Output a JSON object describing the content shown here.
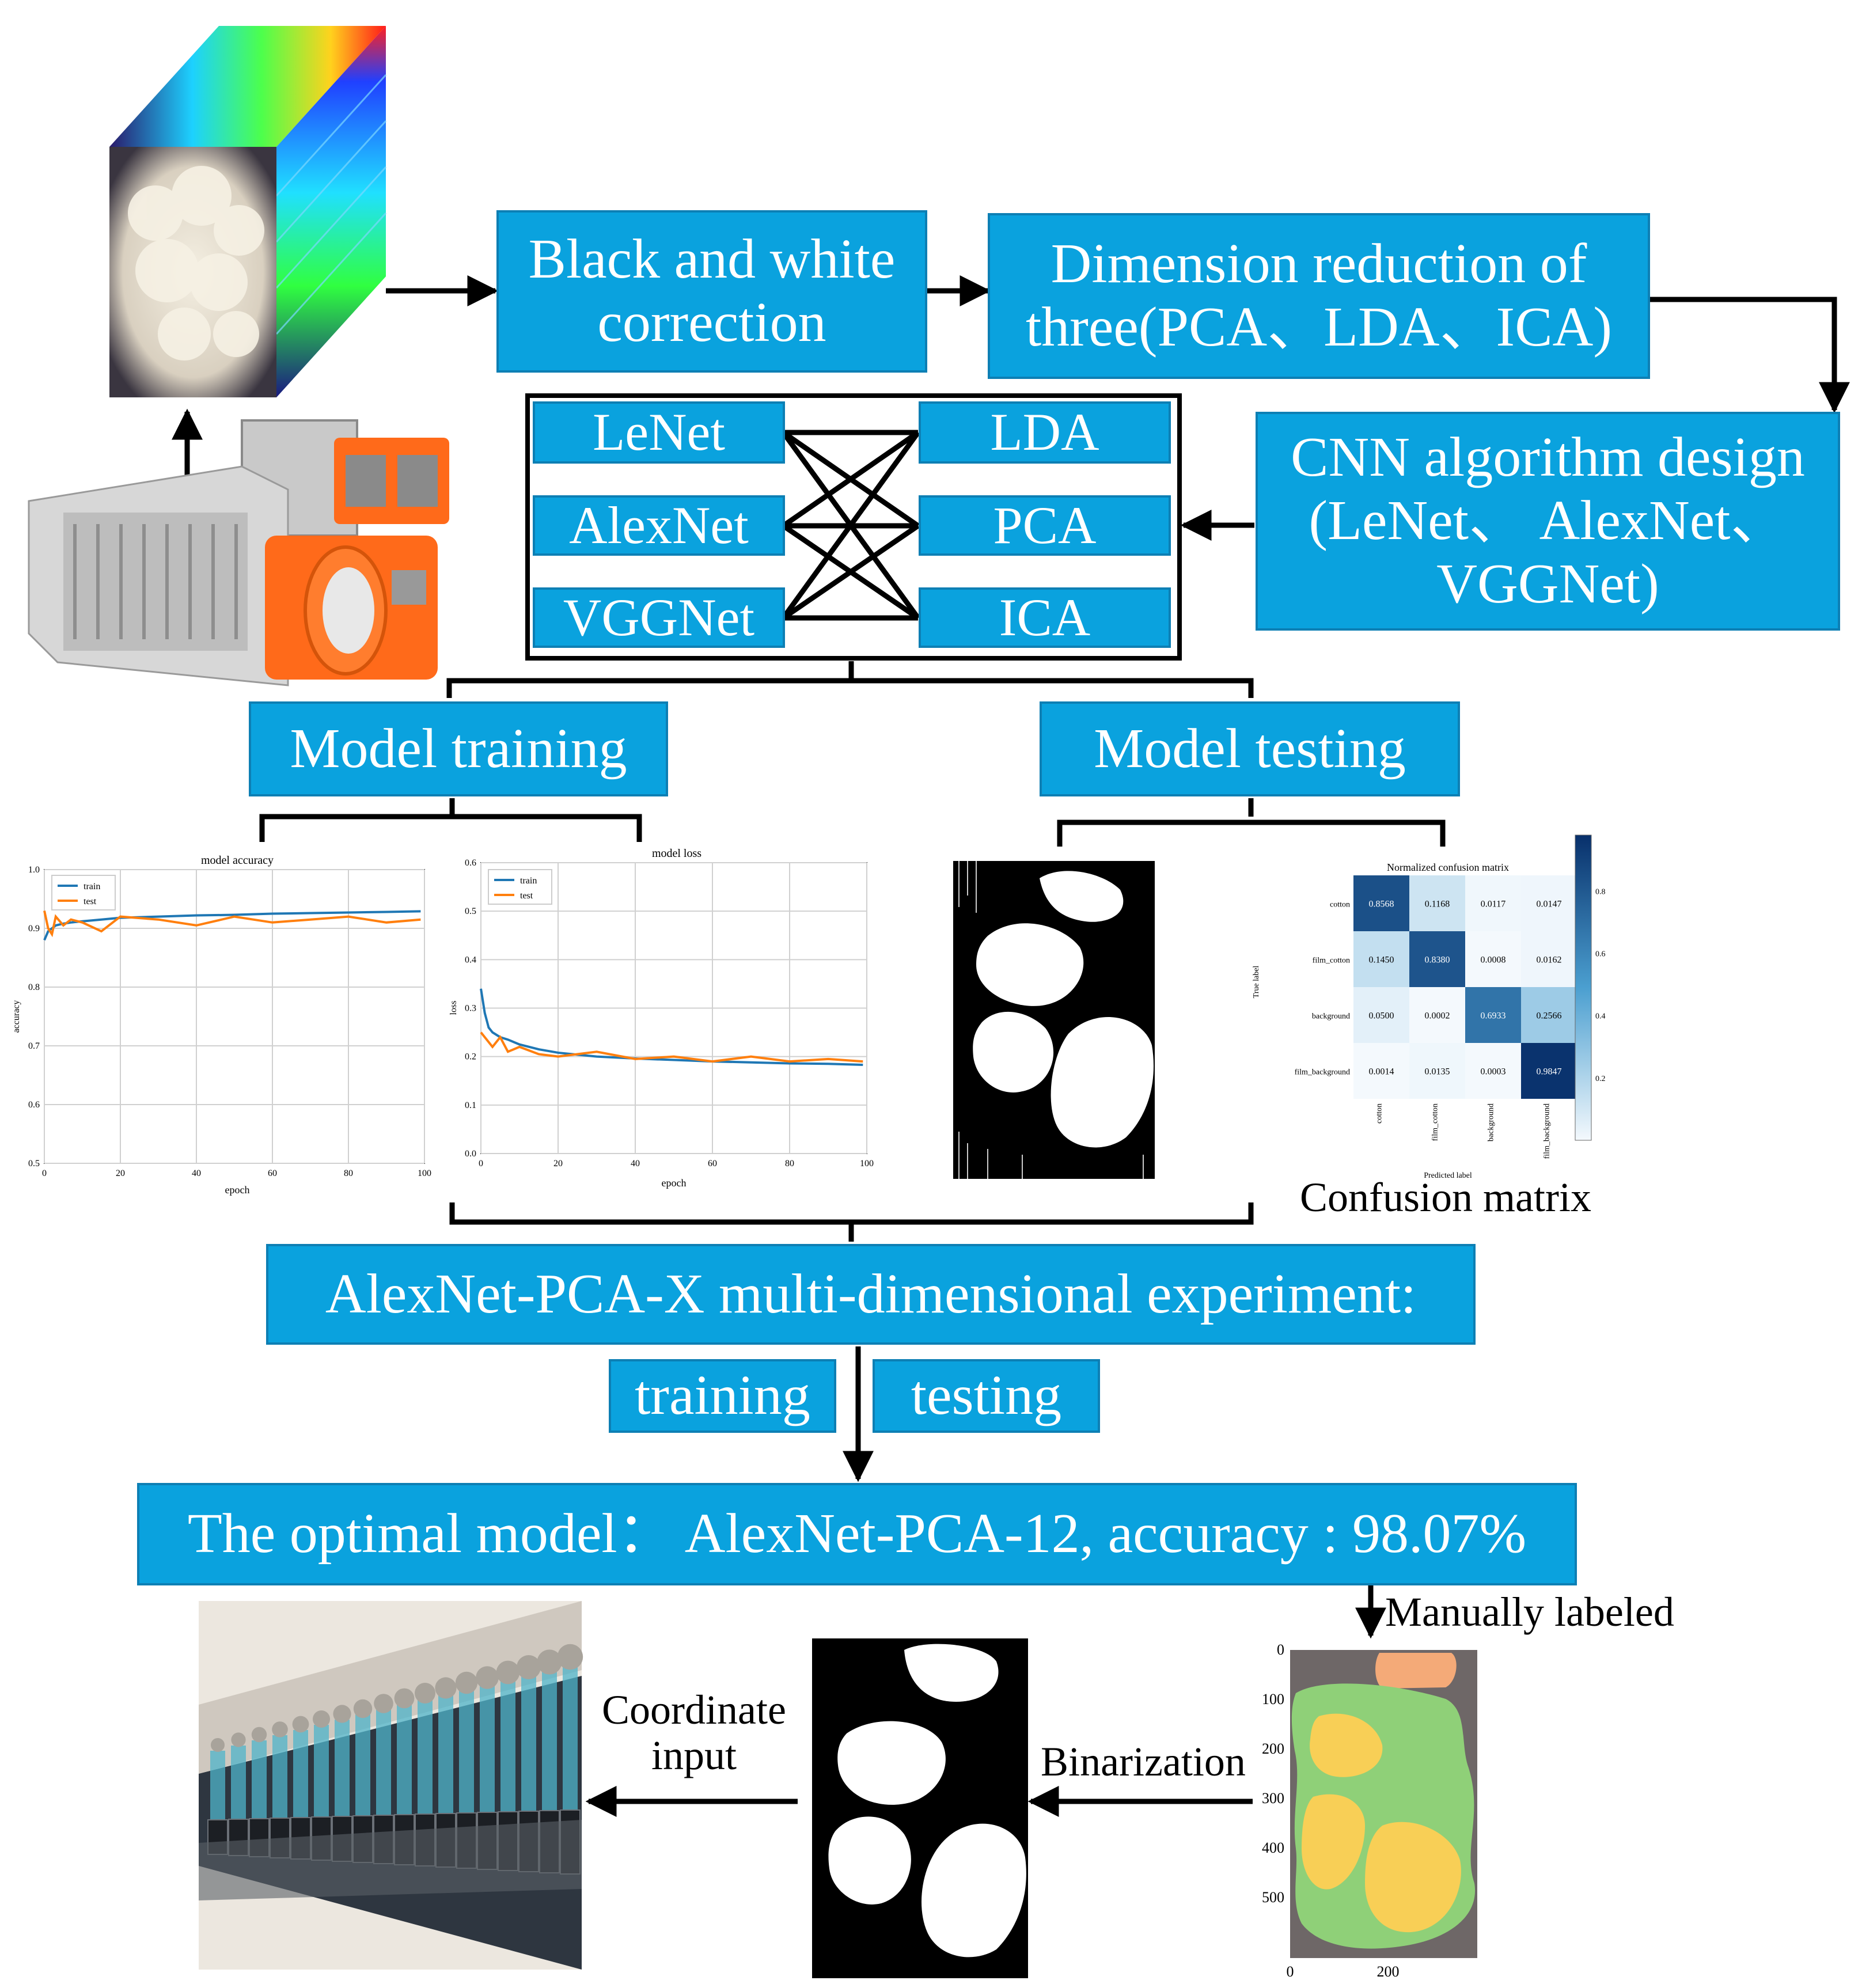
{
  "steps": {
    "black_white": "Black and white\ncorrection",
    "dim_reduction": "Dimension reduction of\nthree(PCA、LDA、ICA)",
    "cnn_design": "CNN algorithm design\n(LeNet、 AlexNet、\nVGGNet)",
    "model_training": "Model training",
    "model_testing": "Model testing",
    "alexnet_experiment": "AlexNet-PCA-X multi-dimensional experiment:",
    "training": "training",
    "testing": "testing",
    "optimal_model": "The optimal model： AlexNet-PCA-12, accuracy : 98.07%"
  },
  "networks": [
    "LeNet",
    "AlexNet",
    "VGGNet"
  ],
  "reductions": [
    "LDA",
    "PCA",
    "ICA"
  ],
  "labels": {
    "confusion_matrix": "Confusion matrix",
    "manually_labeled": "Manually labeled",
    "binarization": "Binarization",
    "coordinate_input": "Coordinate\ninput"
  },
  "accuracy_chart": {
    "title": "model accuracy",
    "xlabel": "epoch",
    "ylabel": "accuracy",
    "x_ticks": [
      "0",
      "20",
      "40",
      "60",
      "80",
      "100"
    ],
    "y_ticks": [
      "0.5",
      "0.6",
      "0.7",
      "0.8",
      "0.9",
      "1.0"
    ],
    "legend": [
      "train",
      "test"
    ]
  },
  "loss_chart": {
    "title": "model loss",
    "xlabel": "epoch",
    "ylabel": "loss",
    "x_ticks": [
      "0",
      "20",
      "40",
      "60",
      "80",
      "100"
    ],
    "y_ticks": [
      "0.0",
      "0.1",
      "0.2",
      "0.3",
      "0.4",
      "0.5",
      "0.6"
    ],
    "legend": [
      "train",
      "test"
    ]
  },
  "confusion": {
    "title": "Normalized confusion matrix",
    "xlabel": "Predicted label",
    "ylabel": "True label",
    "classes": [
      "cotton",
      "film_cotton",
      "background",
      "film_background"
    ],
    "values": [
      [
        0.8568,
        0.1168,
        0.0117,
        0.0147
      ],
      [
        0.145,
        0.838,
        0.0008,
        0.0162
      ],
      [
        0.05,
        0.0002,
        0.6933,
        0.2566
      ],
      [
        0.0014,
        0.0135,
        0.0003,
        0.9847
      ]
    ],
    "colorbar_ticks": [
      "0.2",
      "0.4",
      "0.6",
      "0.8"
    ]
  },
  "label_map": {
    "y_ticks": [
      "0",
      "100",
      "200",
      "300",
      "400",
      "500"
    ],
    "x_ticks": [
      "0",
      "200"
    ]
  },
  "chart_data": [
    {
      "type": "line",
      "title": "model accuracy",
      "xlabel": "epoch",
      "ylabel": "accuracy",
      "xlim": [
        0,
        100
      ],
      "ylim": [
        0.5,
        1.0
      ],
      "x": [
        0,
        1,
        2,
        3,
        5,
        7,
        10,
        15,
        20,
        30,
        40,
        50,
        60,
        70,
        80,
        90,
        99
      ],
      "series": [
        {
          "name": "train",
          "values": [
            0.88,
            0.895,
            0.9,
            0.905,
            0.908,
            0.91,
            0.912,
            0.915,
            0.918,
            0.92,
            0.922,
            0.923,
            0.925,
            0.926,
            0.927,
            0.928,
            0.929
          ]
        },
        {
          "name": "test",
          "values": [
            0.93,
            0.9,
            0.89,
            0.92,
            0.905,
            0.915,
            0.91,
            0.895,
            0.92,
            0.915,
            0.905,
            0.92,
            0.91,
            0.915,
            0.92,
            0.91,
            0.915
          ]
        }
      ]
    },
    {
      "type": "line",
      "title": "model loss",
      "xlabel": "epoch",
      "ylabel": "loss",
      "xlim": [
        0,
        100
      ],
      "ylim": [
        0.0,
        0.6
      ],
      "x": [
        0,
        1,
        2,
        3,
        5,
        7,
        10,
        15,
        20,
        30,
        40,
        50,
        60,
        70,
        80,
        90,
        99
      ],
      "series": [
        {
          "name": "train",
          "values": [
            0.34,
            0.29,
            0.26,
            0.25,
            0.24,
            0.235,
            0.225,
            0.215,
            0.208,
            0.2,
            0.196,
            0.193,
            0.19,
            0.188,
            0.186,
            0.185,
            0.183
          ]
        },
        {
          "name": "test",
          "values": [
            0.25,
            0.24,
            0.23,
            0.22,
            0.24,
            0.21,
            0.22,
            0.205,
            0.2,
            0.21,
            0.195,
            0.2,
            0.19,
            0.2,
            0.19,
            0.195,
            0.19
          ]
        }
      ]
    },
    {
      "type": "heatmap",
      "title": "Normalized confusion matrix",
      "xlabel": "Predicted label",
      "ylabel": "True label",
      "categories": [
        "cotton",
        "film_cotton",
        "background",
        "film_background"
      ],
      "values": [
        [
          0.8568,
          0.1168,
          0.0117,
          0.0147
        ],
        [
          0.145,
          0.838,
          0.0008,
          0.0162
        ],
        [
          0.05,
          0.0002,
          0.6933,
          0.2566
        ],
        [
          0.0014,
          0.0135,
          0.0003,
          0.9847
        ]
      ]
    }
  ]
}
